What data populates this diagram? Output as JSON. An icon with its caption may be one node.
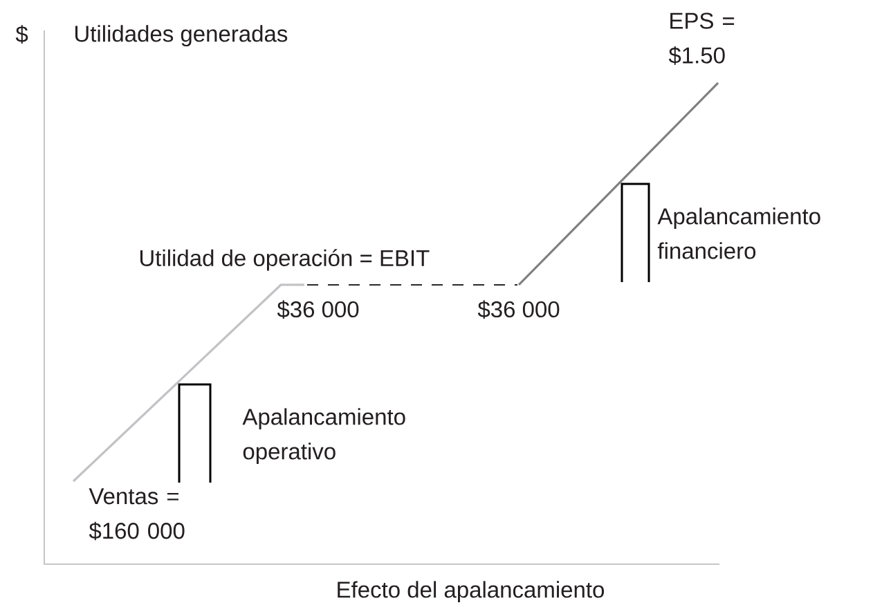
{
  "diagram": {
    "labels": [
      "$",
      "Utilidades generadas",
      "EPS = $1.50",
      "Apalancamiento financiero",
      "Utilidad de operación = EBIT",
      "$36 000",
      "$36 000",
      "Apalancamiento operativo",
      "Ventas = $160 000",
      "Efecto del apalancamiento"
    ]
  }
}
